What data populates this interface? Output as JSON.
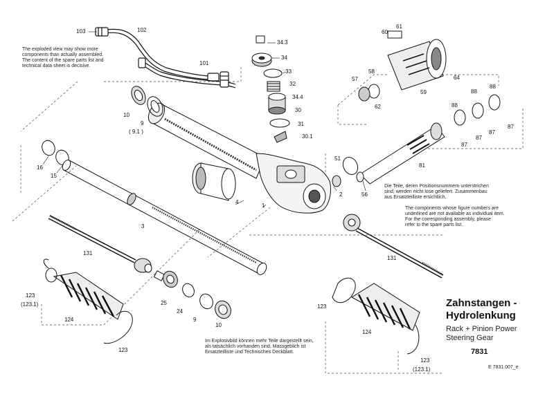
{
  "notes": {
    "en_top": [
      "The exploded view may show more",
      "components than actually assembled.",
      "The content of the spare parts list and",
      "technical data sheet is decisive."
    ],
    "de_right": [
      "Die Teile, deren Positionsnummern unterstrichen",
      "sind, werden nicht lose geliefert. Zusammenbau",
      "aus Ersatzteilliste ersichtlich."
    ],
    "en_right": [
      "The components whose figure numbers are",
      "underlined are not available as individual item.",
      "For the corresponding assembly, please",
      "refer to the spare parts list."
    ],
    "de_bottom": [
      "Im Explosivbild können mehr Teile dargestellt sein,",
      "als tatsächlich vorhanden sind. Massgeblich ist",
      "Ersatzteilliste und Technisches Deckblatt."
    ]
  },
  "title": {
    "line1": "Zahnstangen -",
    "line2": "Hydrolenkung",
    "sub1": "Rack + Pinion Power",
    "sub2": "Steering Gear",
    "code": "7831"
  },
  "reference": "E 7831.007_e",
  "labels": {
    "l103": "103",
    "l102": "102",
    "l101": "101",
    "l343": "34.3",
    "l34": "34",
    "l33": "33",
    "l32": "32",
    "l344": "34.4",
    "l30": "30",
    "l31": "31",
    "l301": "30.1",
    "l60": "60",
    "l61": "61",
    "l57": "57",
    "l58": "58",
    "l62": "62",
    "l59": "59",
    "l64": "64",
    "l88a": "88",
    "l88b": "88",
    "l88c": "88",
    "l87a": "87",
    "l87b": "87",
    "l87c": "87",
    "l87d": "87",
    "l81": "81",
    "l10a": "10",
    "l9a": "9",
    "l91": "( 9.1 )",
    "l16": "16",
    "l15": "15",
    "l4": "4",
    "l1": "1",
    "l51": "51",
    "l2": "2",
    "l56": "56",
    "l3": "3",
    "l131a": "131",
    "l131b": "131",
    "l123a": "123",
    "l1231a": "(123.1)",
    "l124a": "124",
    "l123b": "123",
    "l25": "25",
    "l24": "24",
    "l9b": "9",
    "l10b": "10",
    "l123c": "123",
    "l124b": "124",
    "l123d": "123",
    "l1231b": "(123.1)"
  }
}
